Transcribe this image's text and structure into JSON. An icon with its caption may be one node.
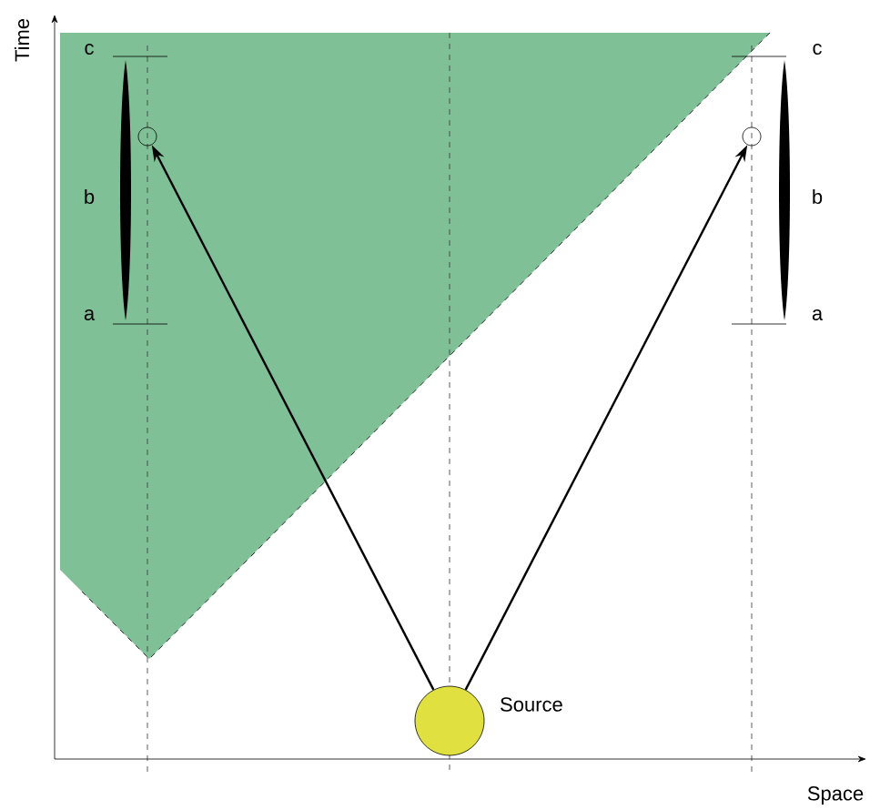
{
  "diagram": {
    "nodes": [
      {
        "text": [],
        "shape": "circle",
        "beside": [
          "Source"
        ]
      },
      {
        "text": [],
        "shape": "circle"
      },
      {
        "text": [],
        "shape": "circle"
      }
    ],
    "edges": [
      {
        "from": 0,
        "to": 1,
        "arrow": "to"
      },
      {
        "from": 0,
        "to": 2,
        "arrow": "to"
      }
    ],
    "labels": [
      "Time",
      "Space",
      "c",
      "b",
      "a",
      "c",
      "b",
      "a"
    ]
  }
}
